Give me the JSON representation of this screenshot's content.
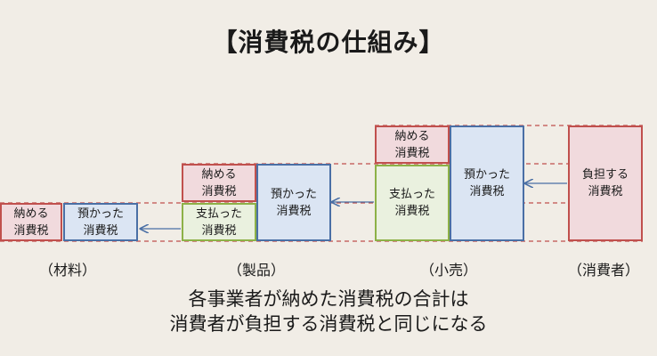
{
  "title": "【消費税の仕組み】",
  "stages": [
    {
      "label": "（材料）",
      "boxes": {
        "paid_out": "納める\n消費税",
        "received": "預かった\n消費税"
      }
    },
    {
      "label": "（製品）",
      "boxes": {
        "paid_out": "納める\n消費税",
        "paid": "支払った\n消費税",
        "received": "預かった\n消費税"
      }
    },
    {
      "label": "（小売）",
      "boxes": {
        "paid_out": "納める\n消費税",
        "paid": "支払った\n消費税",
        "received": "預かった\n消費税"
      }
    },
    {
      "label": "（消費者）",
      "boxes": {
        "burden": "負担する\n消費税"
      }
    }
  ],
  "summary": {
    "line1": "各事業者が納めた消費税の合計は",
    "line2": "消費者が負担する消費税と同じになる"
  },
  "colors": {
    "red": "#c0504d",
    "blue": "#4a6fa5",
    "green": "#8db147",
    "background": "#f1ede6"
  }
}
